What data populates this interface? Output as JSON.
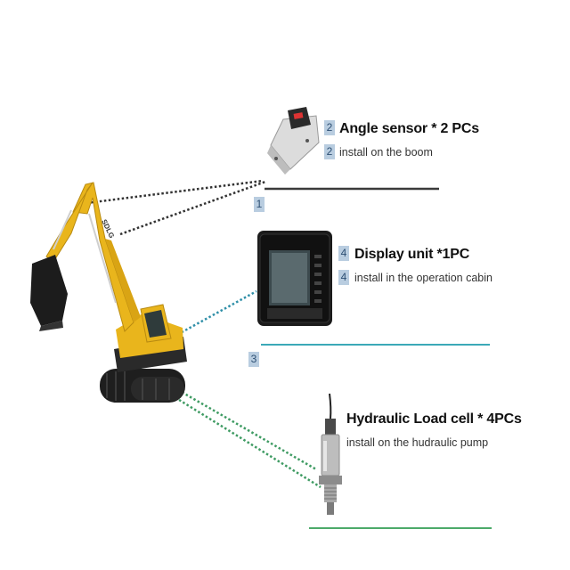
{
  "items": [
    {
      "id": "angle",
      "badge": "2",
      "title": "Angle sensor * 2 PCs",
      "subtitle": "install on the boom"
    },
    {
      "id": "display",
      "badge": "4",
      "title": "Display unit *1PC",
      "subtitle": "install in the operation cabin"
    },
    {
      "id": "loadcell",
      "badge": "",
      "title": "Hydraulic Load cell * 4PCs",
      "subtitle": "install on the hudraulic pump"
    }
  ],
  "line_numbers": {
    "boom": "1",
    "cabin": "3"
  },
  "excavator": {
    "brand_text": "SDLG"
  },
  "colors": {
    "excavator_yellow": "#e9b51c",
    "boom_line": "#444444",
    "cabin_line": "#3ba9b8",
    "pump_line": "#4caa6a",
    "badge_bg": "#b9cde0"
  },
  "icons": [
    "angle-sensor-icon",
    "display-unit-icon",
    "load-cell-icon",
    "excavator-icon"
  ]
}
